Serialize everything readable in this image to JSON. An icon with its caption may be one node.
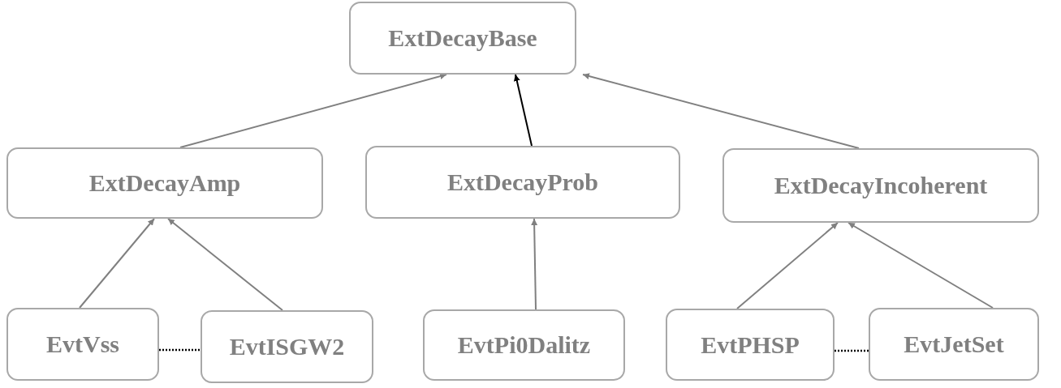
{
  "diagram": {
    "nodes": [
      {
        "text": [
          "ExtDecayBase"
        ]
      },
      {
        "text": [
          "ExtDecayAmp"
        ]
      },
      {
        "text": [
          "ExtDecayProb"
        ]
      },
      {
        "text": [
          "ExtDecayIncoherent"
        ]
      },
      {
        "text": [
          "EvtVss"
        ]
      },
      {
        "text": [
          "EvtISGW2"
        ]
      },
      {
        "text": [
          "EvtPi0Dalitz"
        ]
      },
      {
        "text": [
          "EvtPHSP"
        ]
      },
      {
        "text": [
          "EvtJetSet"
        ]
      }
    ],
    "edges": [
      {
        "from": 1,
        "to": 0,
        "arrow": "to"
      },
      {
        "from": 2,
        "to": 0,
        "arrow": "to",
        "color": "#000000"
      },
      {
        "from": 3,
        "to": 0,
        "arrow": "to"
      },
      {
        "from": 4,
        "to": 1,
        "arrow": "to"
      },
      {
        "from": 5,
        "to": 1,
        "arrow": "to"
      },
      {
        "from": 6,
        "to": 2,
        "arrow": "to"
      },
      {
        "from": 7,
        "to": 3,
        "arrow": "to"
      },
      {
        "from": 8,
        "to": 3,
        "arrow": "to"
      },
      {
        "from": 4,
        "to": 5,
        "arrow": "none",
        "style": "dashed",
        "color": "#000000"
      },
      {
        "from": 7,
        "to": 8,
        "arrow": "none",
        "style": "dashed",
        "color": "#000000"
      }
    ]
  }
}
